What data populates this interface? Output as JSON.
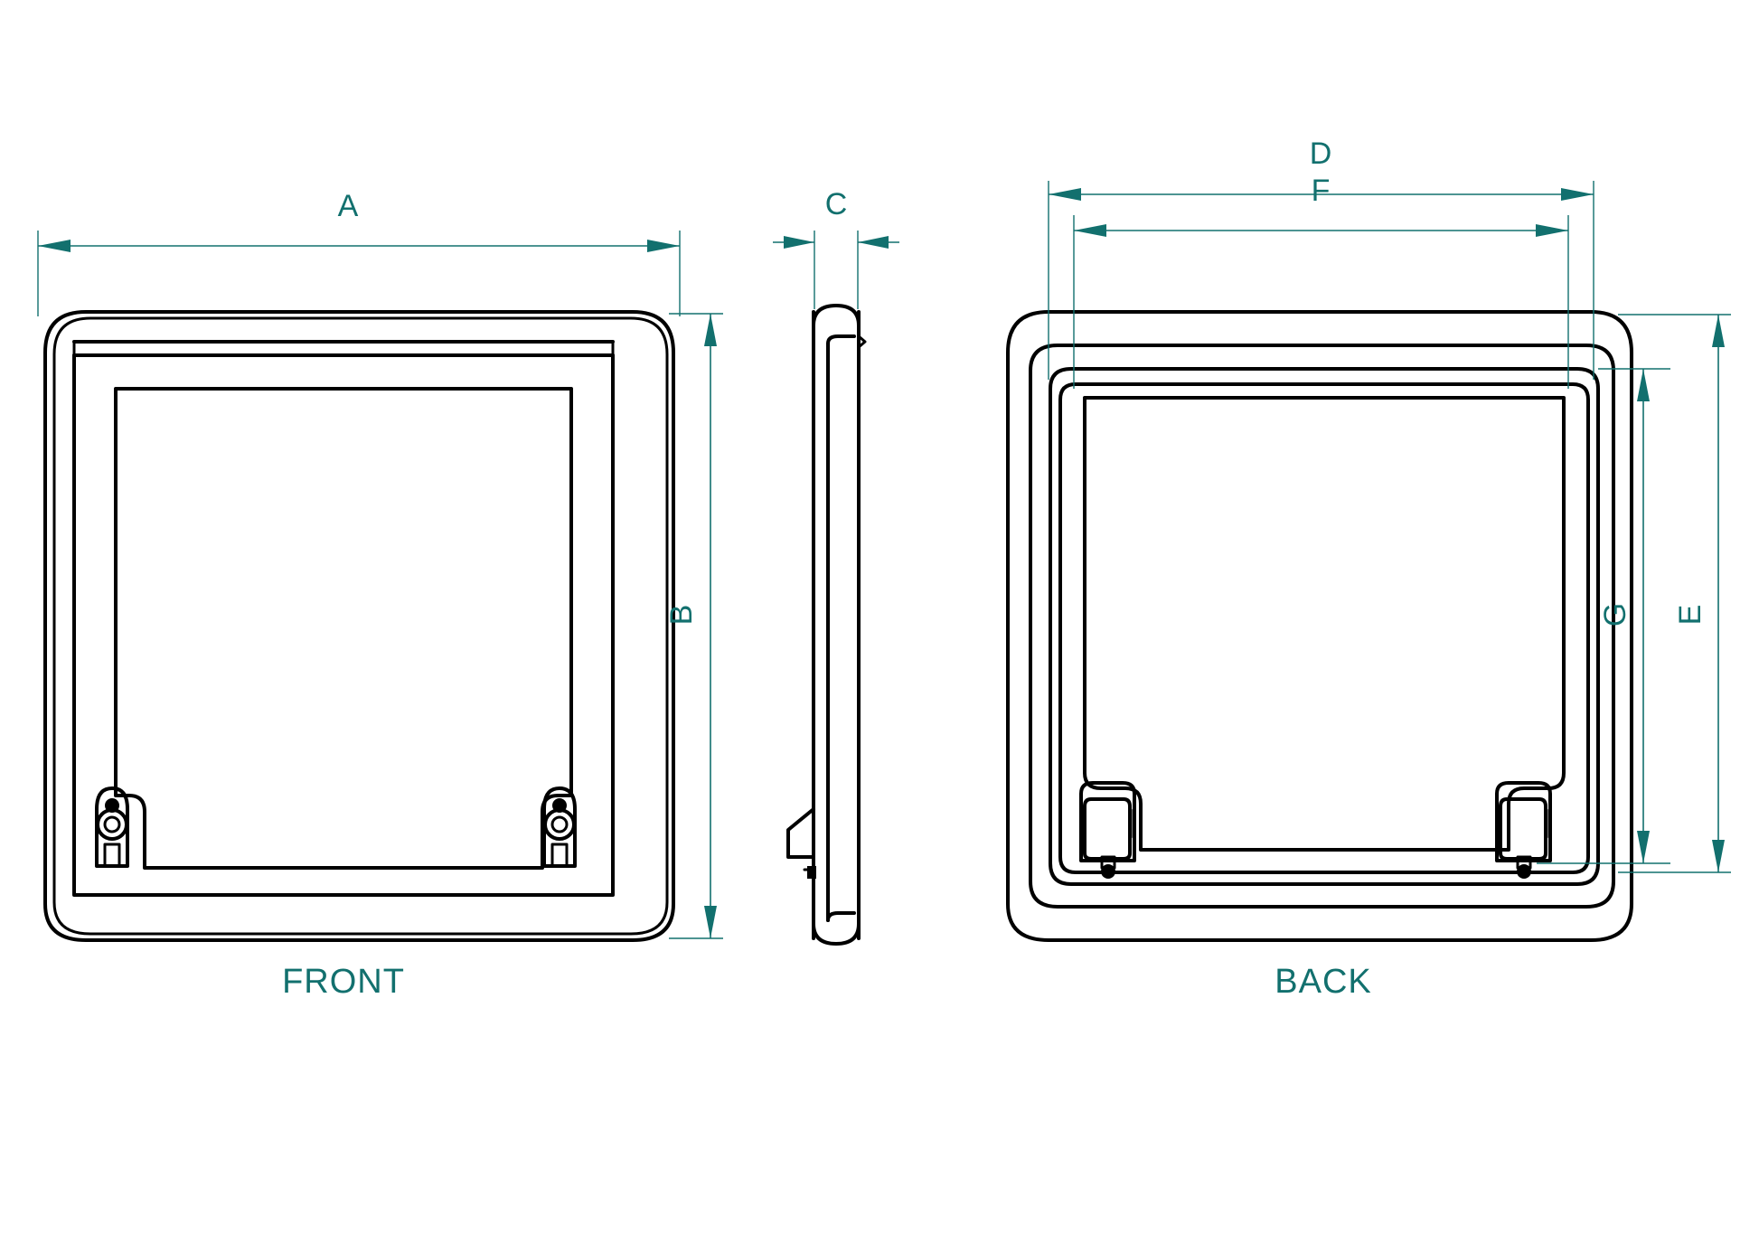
{
  "drawing": {
    "background_color": "#ffffff",
    "line_color": "#000000",
    "dimension_color": "#12706e",
    "views": [
      {
        "id": "front",
        "label": "FRONT"
      },
      {
        "id": "section",
        "label": ""
      },
      {
        "id": "back",
        "label": "BACK"
      }
    ]
  },
  "labels": {
    "front_view": "FRONT",
    "back_view": "BACK"
  },
  "dimensions": {
    "a": {
      "letter": "A",
      "view": "front",
      "orientation": "horizontal",
      "description": "overall outer width of front flange"
    },
    "b": {
      "letter": "B",
      "view": "front",
      "orientation": "vertical",
      "description": "overall outer height of front flange"
    },
    "c": {
      "letter": "C",
      "view": "section",
      "orientation": "horizontal",
      "description": "overall depth / thickness of door assembly"
    },
    "d": {
      "letter": "D",
      "view": "back",
      "orientation": "horizontal",
      "description": "overall outer width at back"
    },
    "e": {
      "letter": "E",
      "view": "back",
      "orientation": "vertical",
      "description": "overall outer height at back"
    },
    "f": {
      "letter": "F",
      "view": "back",
      "orientation": "horizontal",
      "description": "inner cut-out width at back"
    },
    "g": {
      "letter": "G",
      "view": "back",
      "orientation": "vertical",
      "description": "inner cut-out height at back"
    }
  },
  "components": {
    "front": {
      "outer_frame": "outer-flange",
      "hinge_strip": "top-hinge-strip",
      "inner_panel": "inner-panel",
      "latches": [
        {
          "id": "latch-left",
          "type": "key-lock"
        },
        {
          "id": "latch-right",
          "type": "key-lock"
        }
      ]
    },
    "back": {
      "outer_frame": "outer-flange",
      "mid_frame": "mid-frame",
      "inner_frame": "inner-frame",
      "inner_panel": "inner-panel",
      "latches": [
        {
          "id": "latch-housing-left",
          "type": "latch-housing"
        },
        {
          "id": "latch-housing-right",
          "type": "latch-housing"
        }
      ]
    },
    "section": {
      "profile": "side-profile",
      "latch_boss": "latch-boss"
    }
  }
}
